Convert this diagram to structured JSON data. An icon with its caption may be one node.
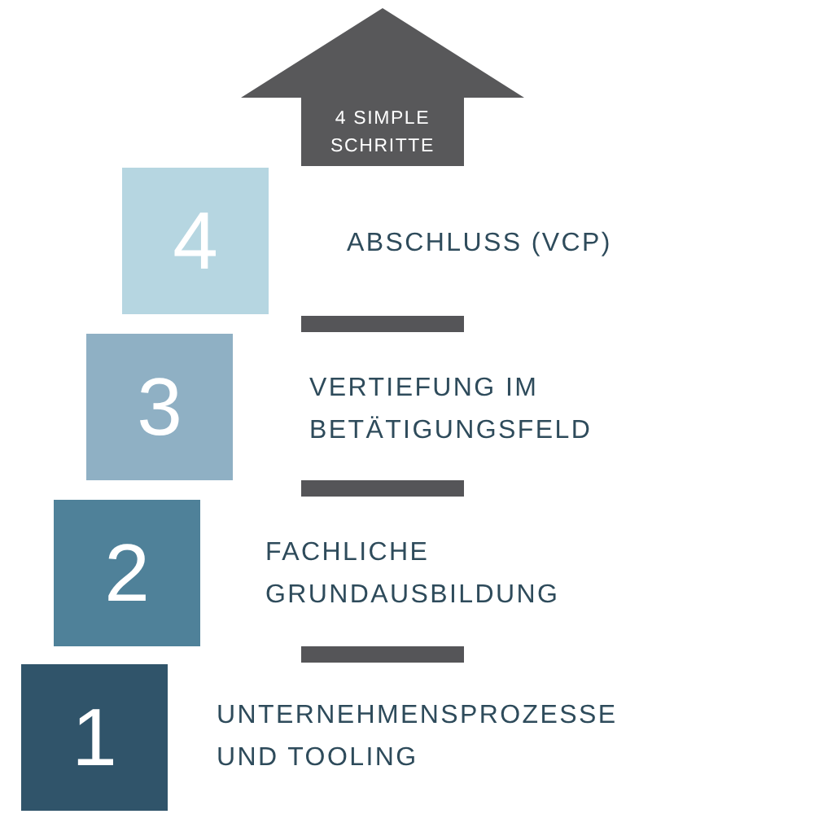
{
  "diagram": {
    "nodes": [
      {
        "text": [
          "4 SIMPLE SCHRITTE"
        ]
      },
      {
        "text": [
          "4"
        ],
        "beside": [
          "ABSCHLUSS (VCP)"
        ]
      },
      {
        "text": [
          "3"
        ],
        "beside": [
          "VERTIEFUNG IM BETÄTIGUNGSFELD"
        ]
      },
      {
        "text": [
          "2"
        ],
        "beside": [
          "FACHLICHE GRUNDAUSBILDUNG"
        ]
      },
      {
        "text": [
          "1"
        ],
        "beside": [
          "UNTERNEHMENSPROZESSE UND TOOLING"
        ]
      }
    ],
    "edges": []
  }
}
